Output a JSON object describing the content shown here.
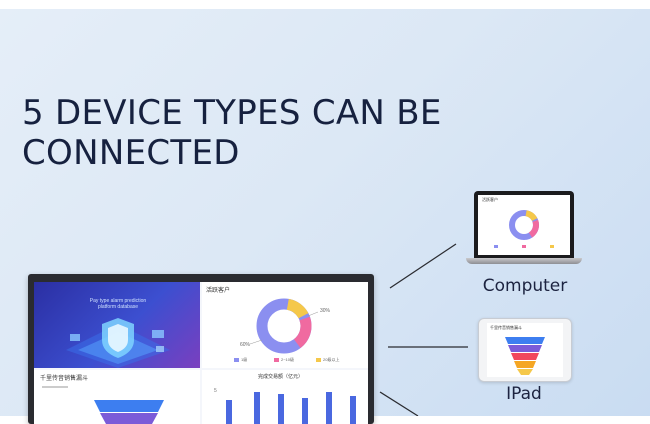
{
  "headline": {
    "line1": "5 DEVICE TYPES CAN BE",
    "line2": "CONNECTED"
  },
  "devices": [
    {
      "id": "computer",
      "label": "Computer"
    },
    {
      "id": "ipad",
      "label": "IPad"
    }
  ],
  "tv_dashboard": {
    "hero_caption": "Pay type alarm prediction platform database",
    "pie_title": "活跃客户",
    "pie_labels": {
      "right": "30%",
      "left": "60%"
    },
    "pie_legend": [
      "1级",
      "2~10级",
      "20级以上"
    ],
    "funnel_title": "千里传音销售漏斗",
    "bars_title": "完成交易额（亿元）",
    "bars_axis_label": "5"
  },
  "laptop_screen": {
    "title": "活跃客户"
  },
  "ipad_screen": {
    "title": "千里传音销售漏斗"
  },
  "colors": {
    "headline": "#16213f",
    "pie_purple": "#8b8ff0",
    "pie_pink": "#f06aa0",
    "pie_yellow": "#f5c84a",
    "bar_blue": "#4a68e0",
    "funnel_blue": "#3d7ef0",
    "funnel_purple": "#7b5bd8",
    "funnel_red": "#f2475e",
    "funnel_orange": "#f5a623"
  }
}
